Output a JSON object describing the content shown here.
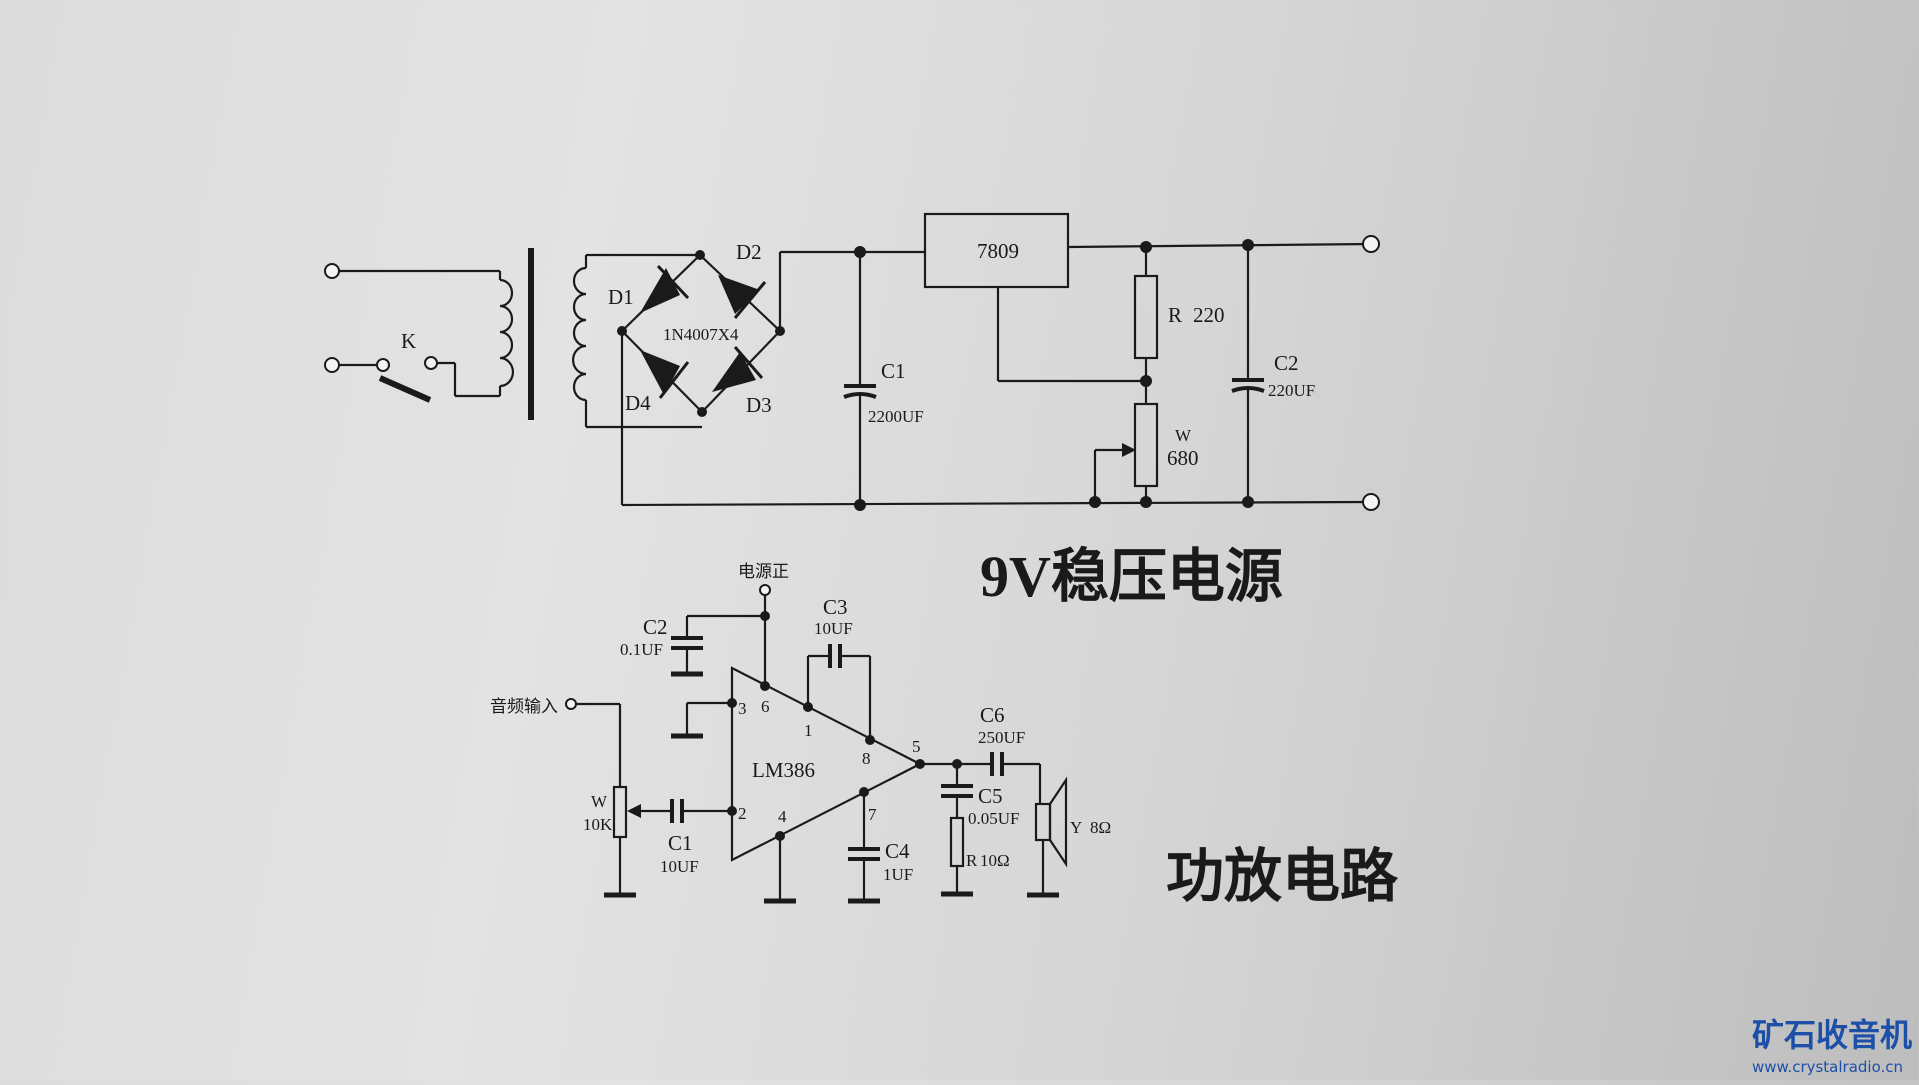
{
  "power_supply": {
    "title": "9V稳压电源",
    "switch_label": "K",
    "diodes": [
      "D1",
      "D2",
      "D3",
      "D4"
    ],
    "bridge_part": "1N4007X4",
    "regulator": "7809",
    "c1_name": "C1",
    "c1_value": "2200UF",
    "r_label": "R",
    "r_value": "220",
    "c2_name": "C2",
    "c2_value": "220UF",
    "w_name": "W",
    "w_value": "680"
  },
  "amplifier": {
    "title": "功放电路",
    "supply_label": "电源正",
    "input_label": "音频输入",
    "ic": "LM386",
    "c2_name": "C2",
    "c2_value": "0.1UF",
    "c3_name": "C3",
    "c3_value": "10UF",
    "c1_name": "C1",
    "c1_value": "10UF",
    "c4_name": "C4",
    "c4_value": "1UF",
    "c5_name": "C5",
    "c5_value": "0.05UF",
    "c6_name": "C6",
    "c6_value": "250UF",
    "w_name": "W",
    "w_value": "10K",
    "r_label": "R",
    "r_value": "10Ω",
    "speaker_label": "Y",
    "speaker_value": "8Ω",
    "pins": [
      "1",
      "2",
      "3",
      "4",
      "5",
      "6",
      "7",
      "8"
    ]
  },
  "watermark": {
    "brand": "矿石收音机",
    "url": "www.crystalradio.cn"
  }
}
